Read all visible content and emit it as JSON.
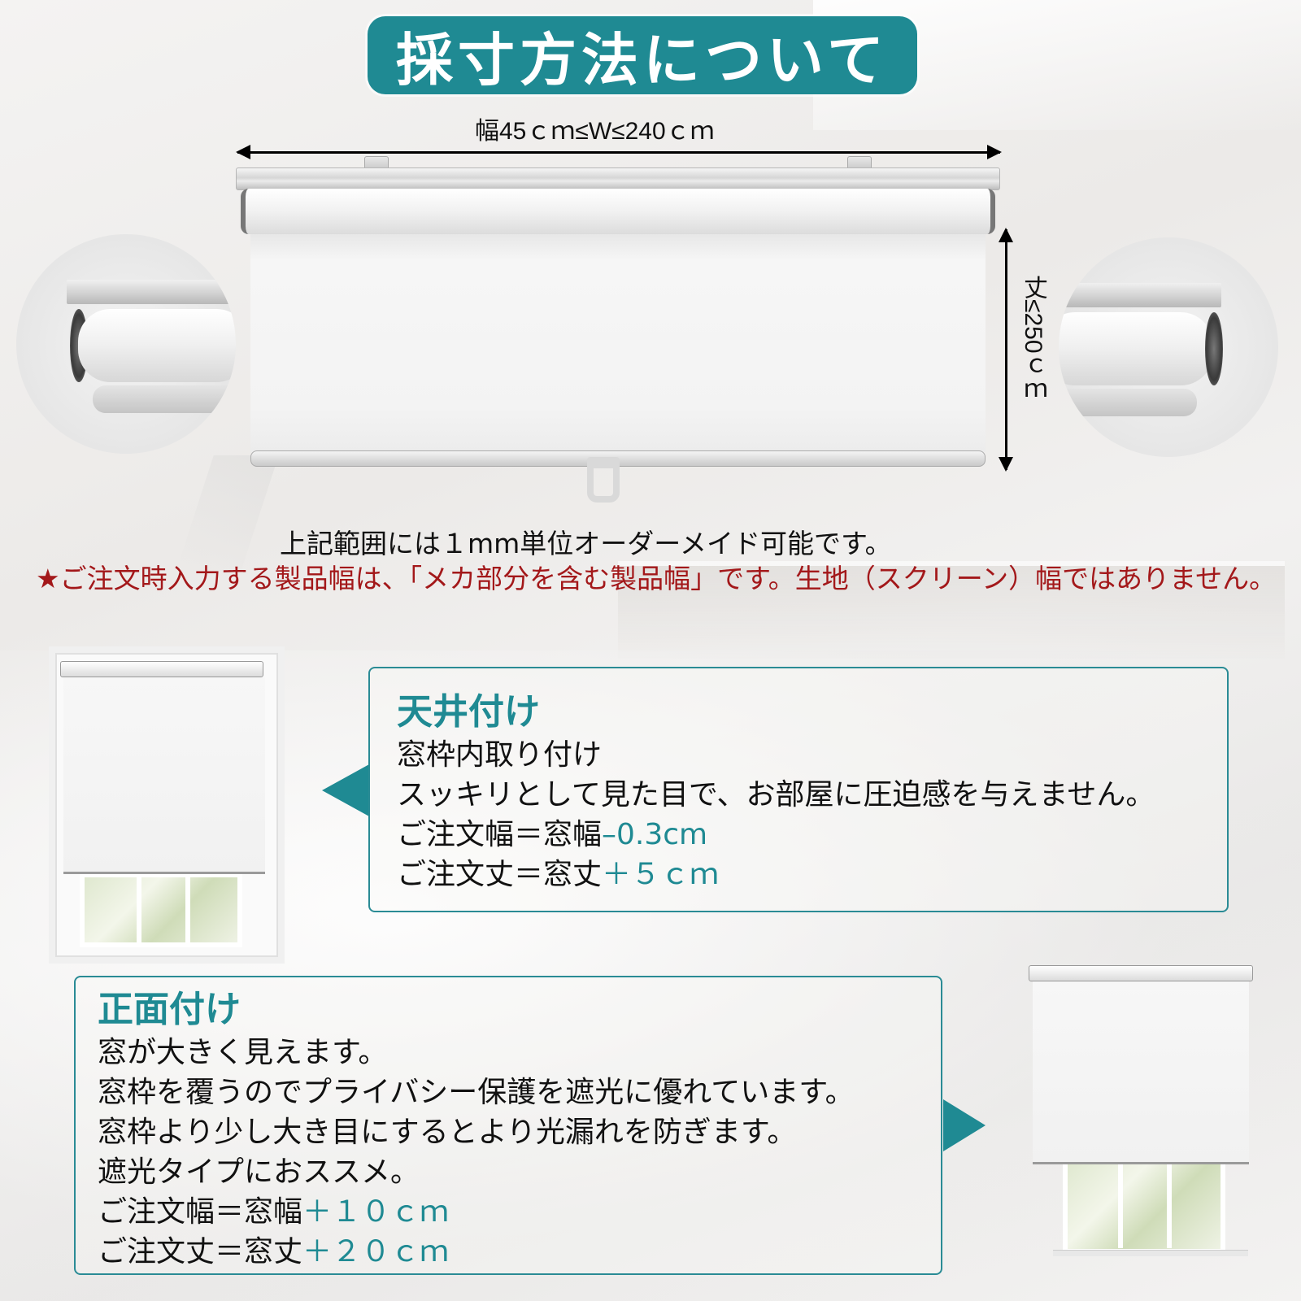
{
  "title": "採寸方法について",
  "dimensions": {
    "width_label": "幅45ｃｍ≤W≤240ｃｍ",
    "height_label": "丈≤250ｃｍ"
  },
  "notes": {
    "order_unit": "上記範囲には１mm単位オーダーメイド可能です。",
    "warning": "★ご注文時入力する製品幅は、「メカ部分を含む製品幅」です。生地（スクリーン）幅ではありません。"
  },
  "panels": {
    "ceiling_mount": {
      "heading": "天井付け",
      "lines": [
        "窓枠内取り付け",
        "スッキリとして見た目で、お部屋に圧迫感を与えません。"
      ],
      "width_formula": {
        "label": "ご注文幅＝窓幅",
        "value": "–0.3cm"
      },
      "height_formula": {
        "label": "ご注文丈＝窓丈",
        "value": "＋５ｃｍ"
      }
    },
    "front_mount": {
      "heading": "正面付け",
      "lines": [
        "窓が大きく見えます。",
        "窓枠を覆うのでプライバシー保護を遮光に優れています。",
        "窓枠より少し大き目にするとより光漏れを防ぎます。",
        "遮光タイプにおススメ。"
      ],
      "width_formula": {
        "label": "ご注文幅＝窓幅",
        "value": "＋１０ｃｍ"
      },
      "height_formula": {
        "label": "ご注文丈＝窓丈",
        "value": "＋２０ｃｍ"
      }
    }
  },
  "colors": {
    "accent_teal": "#1f8a93",
    "warning_red": "#a3181a",
    "text": "#111111"
  },
  "icons": {
    "width_arrow": "double-arrow-horizontal",
    "height_arrow": "double-arrow-vertical",
    "pointer_left": "triangle-left",
    "pointer_right": "triangle-right"
  }
}
